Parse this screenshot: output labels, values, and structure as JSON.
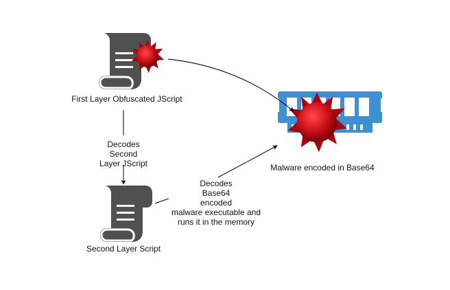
{
  "nodes": {
    "first_layer": {
      "label": "First Layer Obfuscated JScript",
      "icon": "script-scroll-icon",
      "badge": "malware-virus-icon"
    },
    "second_layer": {
      "label": "Second Layer Script",
      "icon": "script-scroll-icon"
    },
    "malware": {
      "label": "Malware encoded in Base64",
      "icon": "memory-ram-icon",
      "badge": "malware-virus-icon"
    }
  },
  "edges": {
    "first_to_second": {
      "label_lines": [
        "Decodes",
        "Second",
        "Layer JScript"
      ]
    },
    "second_to_malware": {
      "label_lines": [
        "Decodes",
        "Base64",
        "encoded",
        "malware executable and",
        "runs it in the memory"
      ]
    },
    "first_to_malware": {
      "label_lines": []
    }
  },
  "colors": {
    "scroll": "#505050",
    "ram": "#3f8fd3",
    "virus": "#c8111a"
  }
}
